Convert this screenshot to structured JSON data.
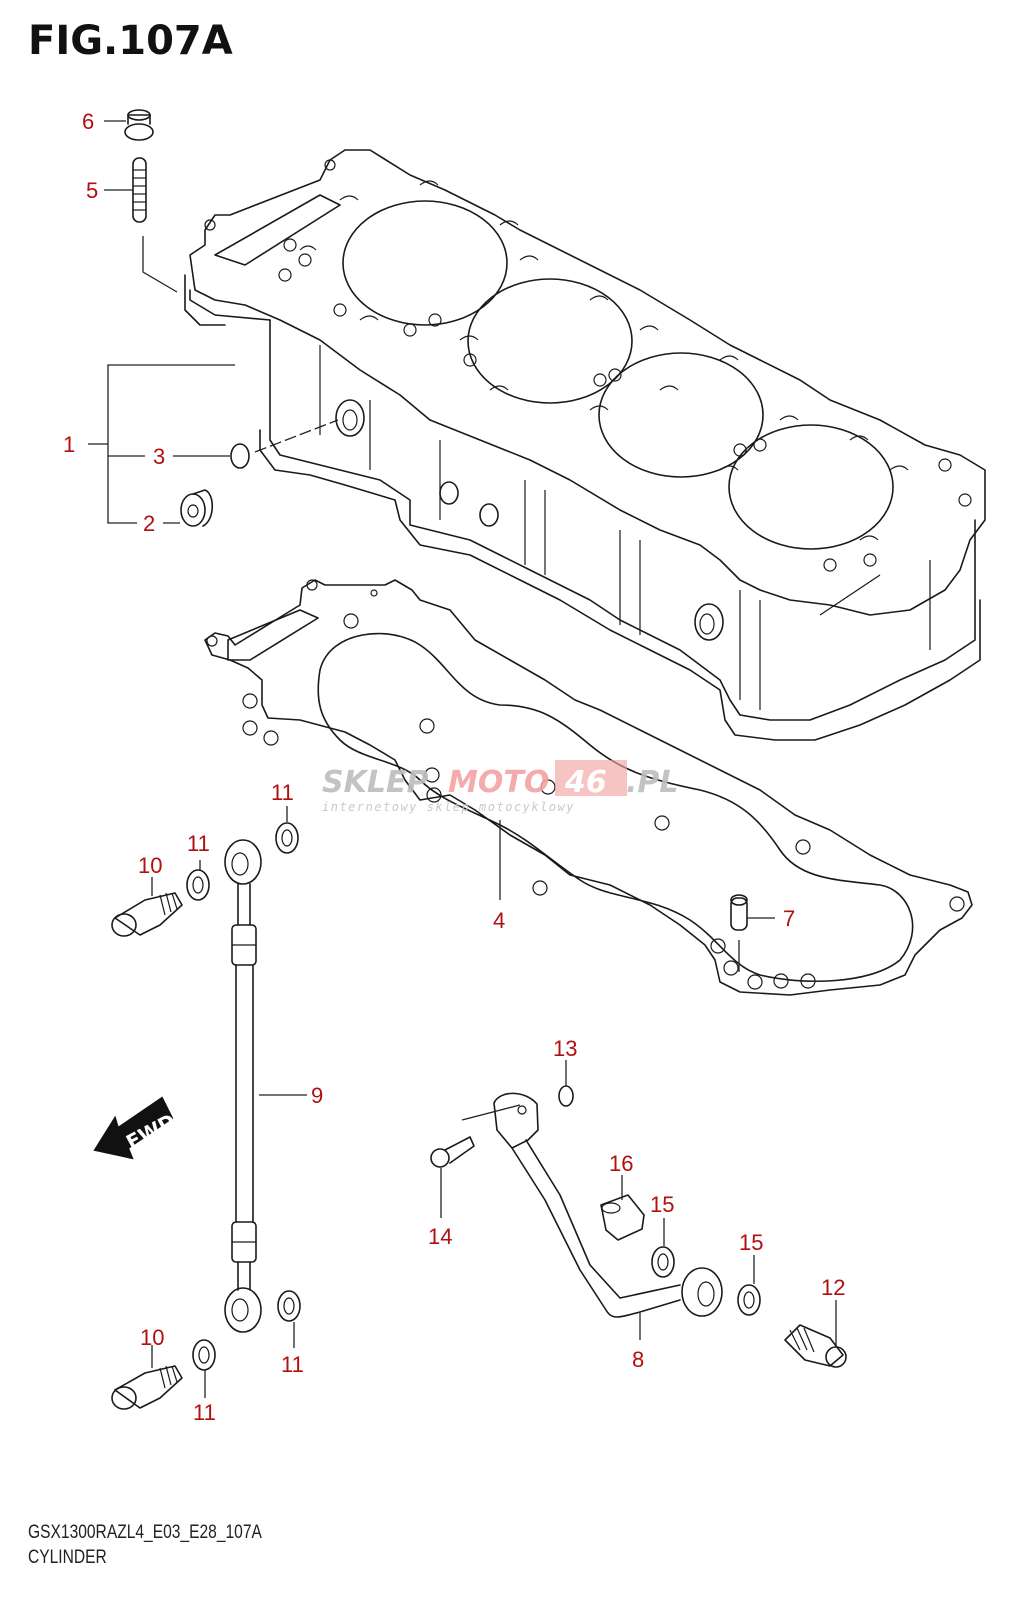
{
  "figure": {
    "title": "FIG.107A",
    "model_code": "GSX1300RAZL4_E03_E28_107A",
    "section_name": "CYLINDER"
  },
  "watermark": {
    "part1": "SKLEP",
    "part2": "MOTO",
    "part3": "46",
    "part4": ".PL",
    "subtitle": "internetowy sklep motocyklowy"
  },
  "direction_marker": {
    "label": "FWD",
    "icon": "arrow-left-down-icon"
  },
  "callouts": [
    {
      "id": "c6",
      "number": "6",
      "part": "nut"
    },
    {
      "id": "c5",
      "number": "5",
      "part": "stud"
    },
    {
      "id": "c1",
      "number": "1",
      "part": "cylinder-assembly"
    },
    {
      "id": "c3",
      "number": "3",
      "part": "o-ring"
    },
    {
      "id": "c2",
      "number": "2",
      "part": "plug"
    },
    {
      "id": "c4",
      "number": "4",
      "part": "cylinder-gasket"
    },
    {
      "id": "c7",
      "number": "7",
      "part": "dowel-pin"
    },
    {
      "id": "c11a",
      "number": "11",
      "part": "gasket-washer"
    },
    {
      "id": "c11b",
      "number": "11",
      "part": "gasket-washer"
    },
    {
      "id": "c10a",
      "number": "10",
      "part": "union-bolt"
    },
    {
      "id": "c9",
      "number": "9",
      "part": "oil-hose"
    },
    {
      "id": "c13",
      "number": "13",
      "part": "o-ring"
    },
    {
      "id": "c16",
      "number": "16",
      "part": "cap"
    },
    {
      "id": "c15a",
      "number": "15",
      "part": "gasket-washer"
    },
    {
      "id": "c15b",
      "number": "15",
      "part": "gasket-washer"
    },
    {
      "id": "c14",
      "number": "14",
      "part": "bolt"
    },
    {
      "id": "c12",
      "number": "12",
      "part": "union-bolt"
    },
    {
      "id": "c8",
      "number": "8",
      "part": "oil-pipe"
    },
    {
      "id": "c10b",
      "number": "10",
      "part": "union-bolt"
    },
    {
      "id": "c11c",
      "number": "11",
      "part": "gasket-washer"
    },
    {
      "id": "c11d",
      "number": "11",
      "part": "gasket-washer"
    }
  ]
}
